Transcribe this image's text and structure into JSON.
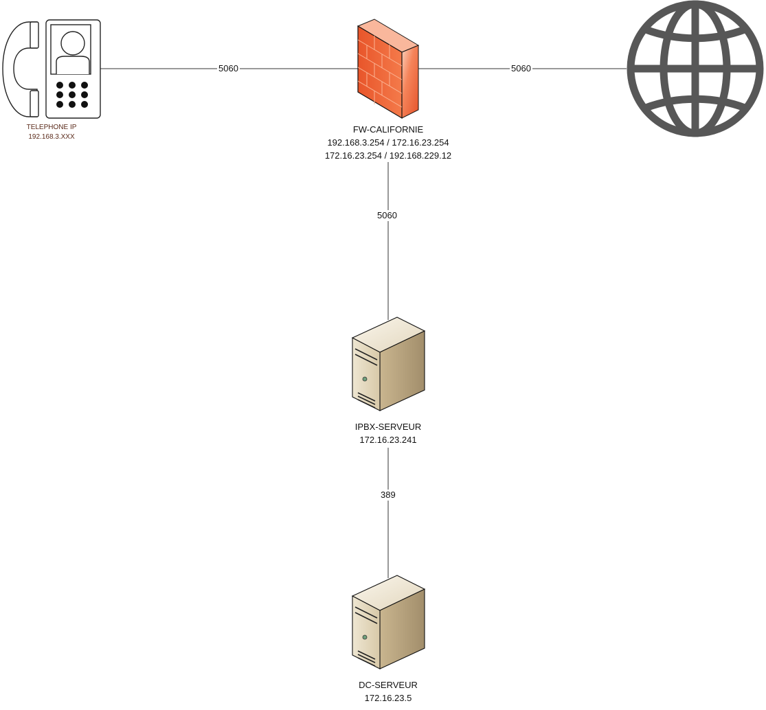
{
  "nodes": {
    "phone": {
      "name": "TELEPHONE IP",
      "ip": "192.168.3.XXX",
      "icon": "ip-phone-icon"
    },
    "firewall": {
      "name": "FW-CALIFORNIE",
      "ip1": "192.168.3.254 / 172.16.23.254",
      "ip2": "172.16.23.254 / 192.168.229.12",
      "icon": "firewall-icon"
    },
    "internet": {
      "icon": "globe-icon"
    },
    "ipbx": {
      "name": "IPBX-SERVEUR",
      "ip": "172.16.23.241",
      "icon": "server-icon"
    },
    "dc": {
      "name": "DC-SERVEUR",
      "ip": "172.16.23.5",
      "icon": "server-icon"
    }
  },
  "edges": {
    "phone_fw": "5060",
    "fw_internet": "5060",
    "fw_ipbx": "5060",
    "ipbx_dc": "389"
  },
  "colors": {
    "firewall": "#f06a3a",
    "server": "#d9ccb0",
    "globe": "#575757",
    "line": "#333333"
  }
}
